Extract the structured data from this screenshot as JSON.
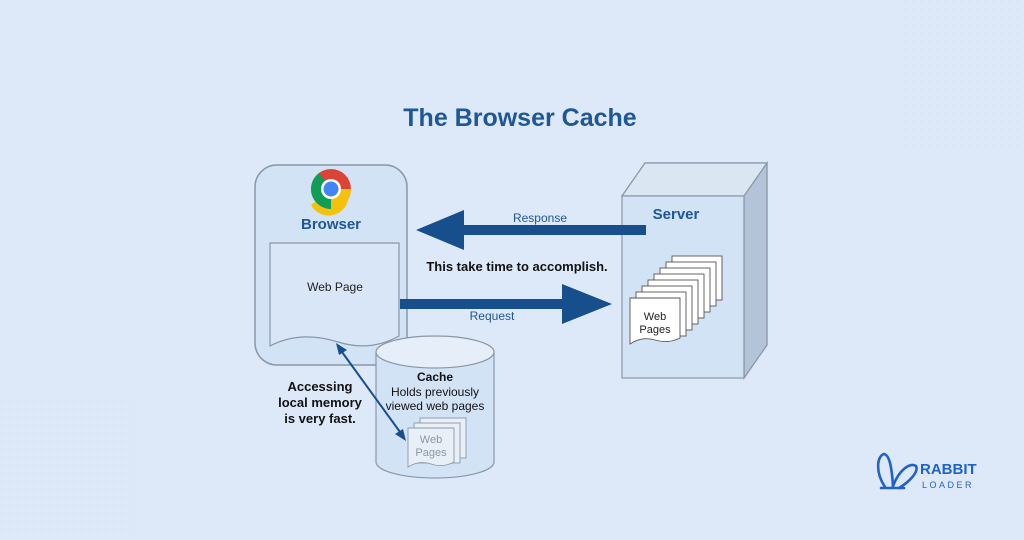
{
  "title": "The Browser Cache",
  "browser": {
    "label": "Browser",
    "web_page_label": "Web Page"
  },
  "server": {
    "label": "Server",
    "pages_line1": "Web",
    "pages_line2": "Pages"
  },
  "arrows": {
    "response_label": "Response",
    "request_label": "Request",
    "timing_note": "This take time to accomplish."
  },
  "cache": {
    "title": "Cache",
    "desc_line1": "Holds previously",
    "desc_line2": "viewed web pages",
    "pages_line1": "Web",
    "pages_line2": "Pages"
  },
  "local_note": {
    "line1": "Accessing",
    "line2": "local memory",
    "line3": "is very fast."
  },
  "brand": {
    "line1": "RABBIT",
    "line2": "LOADER"
  },
  "colors": {
    "background": "#dde9f9",
    "title": "#1f5696",
    "arrow": "#174f8c",
    "panel_fill": "#d3e3f6",
    "outline": "#8a97a6",
    "chrome_red": "#db4437",
    "chrome_yellow": "#f4c20d",
    "chrome_green": "#0f9d58",
    "chrome_blue": "#4285f4"
  }
}
